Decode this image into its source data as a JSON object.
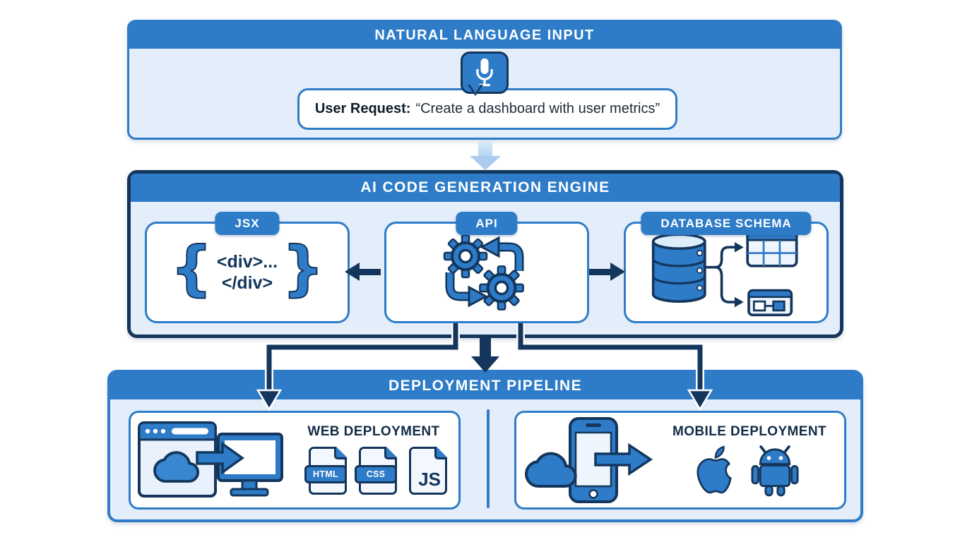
{
  "colors": {
    "blue": "#2e7cc8",
    "navy": "#14365c",
    "panel_light_blue": "#e4eefa",
    "white": "#ffffff"
  },
  "input_section": {
    "title": "NATURAL LANGUAGE INPUT",
    "user_request_label": "User Request:",
    "user_request_text": "“Create a dashboard with user metrics”"
  },
  "engine_section": {
    "title": "AI CODE GENERATION ENGINE",
    "jsx": {
      "tab": "JSX",
      "brace_open": "{",
      "brace_close": "}",
      "code_line1": "<div>...",
      "code_line2": "</div>"
    },
    "api": {
      "tab": "API"
    },
    "database": {
      "tab": "DATABASE SCHEMA"
    }
  },
  "pipeline_section": {
    "title": "DEPLOYMENT PIPELINE",
    "web": {
      "title": "WEB DEPLOYMENT",
      "files": [
        "HTML",
        "CSS",
        "JS"
      ]
    },
    "mobile": {
      "title": "MOBILE DEPLOYMENT"
    }
  }
}
